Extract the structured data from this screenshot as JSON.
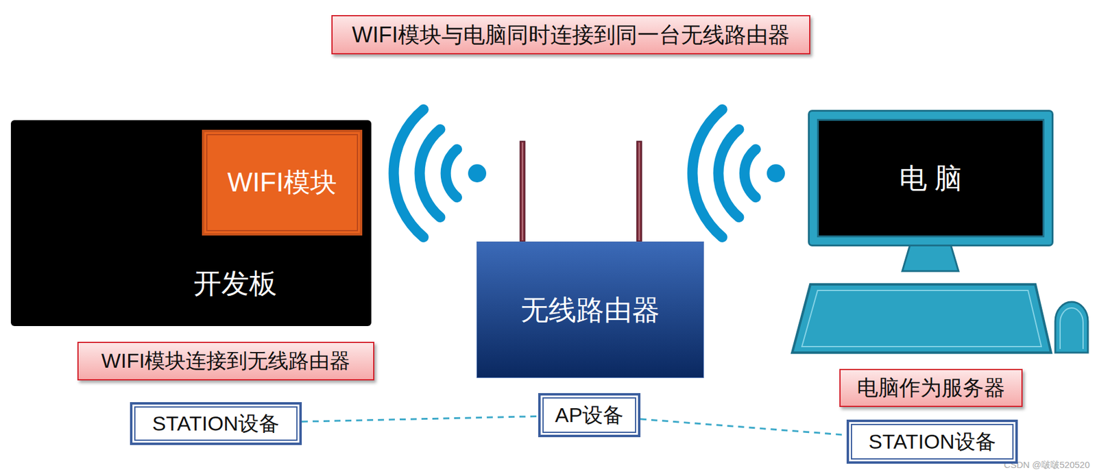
{
  "diagram": {
    "title": "WIFI模块与电脑同时连接到同一台无线路由器",
    "nodes": [
      {
        "text": [
          "开发板"
        ]
      },
      {
        "text": [
          "WIFI模块"
        ],
        "in": 0
      },
      {
        "text": [
          "无线路由器"
        ]
      },
      {
        "text": [
          "电 脑"
        ]
      },
      {
        "text": [
          "WIFI模块连接到无线路由器"
        ]
      },
      {
        "text": [
          "电脑作为服务器"
        ]
      },
      {
        "text": [
          "STATION设备"
        ]
      },
      {
        "text": [
          "AP设备"
        ]
      },
      {
        "text": [
          "STATION设备"
        ]
      }
    ],
    "edges": [
      {
        "from": 6,
        "to": 7,
        "arrow": "none"
      },
      {
        "from": 7,
        "to": 8,
        "arrow": "none"
      }
    ],
    "labels": [
      "CSDN @啵啵520520"
    ]
  }
}
